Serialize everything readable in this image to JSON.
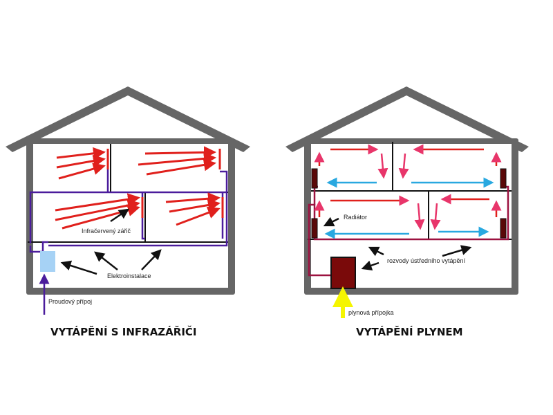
{
  "left": {
    "title": "VYTÁPĚNÍ S INFRAZÁŘIČI",
    "label_heater": "Infračervený zářič",
    "label_wiring": "Elektroinstalace",
    "label_supply": "Proudový přípoj"
  },
  "right": {
    "title": "VYTÁPĚNÍ PLYNEM",
    "label_radiator": "Radiátor",
    "label_pipes": "rozvody ústředního vytápění",
    "label_gas": "plynová přípojka"
  },
  "colors": {
    "wall": "#666666",
    "heat": "#e0201c",
    "warm": "#e8356a",
    "cool": "#29a8e0",
    "wire": "#4b1c9c",
    "pipe": "#9c1240",
    "boiler": "#7a0a0a",
    "gas": "#f5f500",
    "panel": "#a6d2f5"
  }
}
